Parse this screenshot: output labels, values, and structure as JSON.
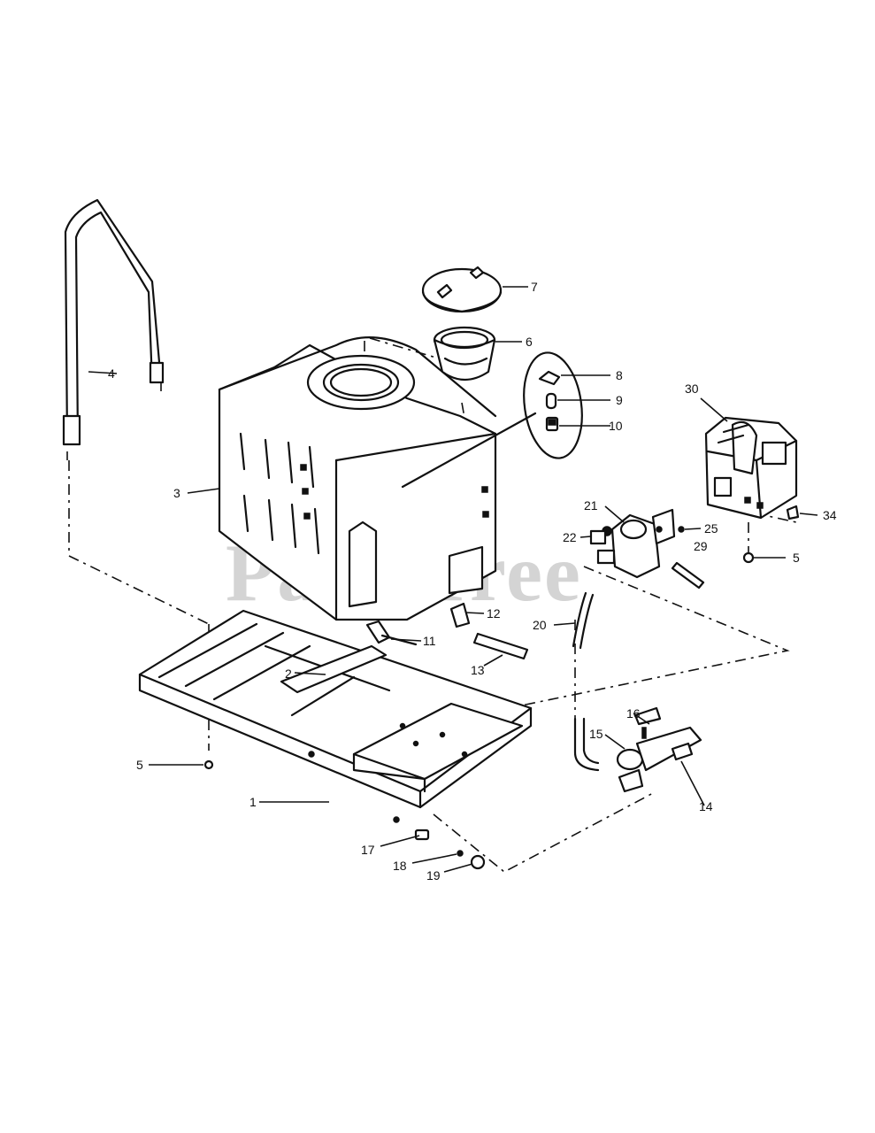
{
  "watermark": "PartsTree",
  "callouts": [
    "1",
    "2",
    "3",
    "4",
    "5",
    "5",
    "6",
    "7",
    "8",
    "9",
    "10",
    "11",
    "12",
    "13",
    "14",
    "15",
    "16",
    "17",
    "18",
    "19",
    "20",
    "21",
    "22",
    "25",
    "29",
    "30",
    "34"
  ],
  "colors": {
    "ink": "#111111",
    "watermark": "#d4d4d4",
    "background": "#ffffff"
  }
}
